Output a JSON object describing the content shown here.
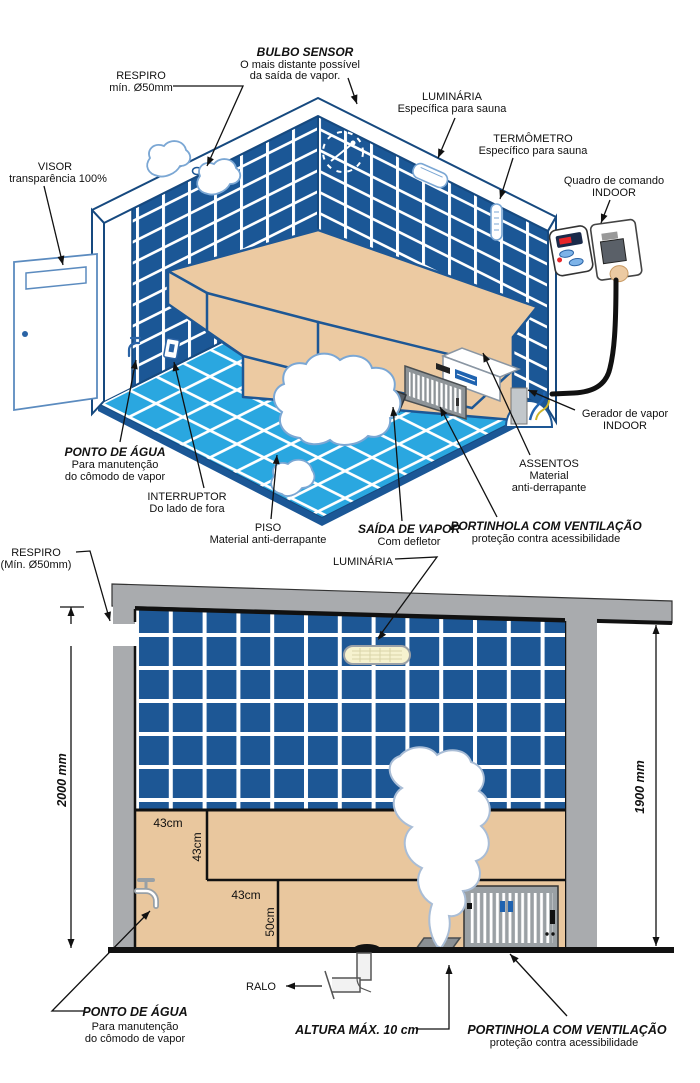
{
  "colors": {
    "tile_dark": "#1b5796",
    "tile_edge": "#16497f",
    "floor_blue": "#2aa7e0",
    "grout": "#ffffff",
    "bench_tan": "#eccaa2",
    "wall_gray": "#a9abae",
    "lamp_cream": "#f6f2cf",
    "accent_blue": "#1f63b0",
    "alert_red": "#e8262a",
    "line_black": "#111111"
  },
  "iso": {
    "bulbo": {
      "title": "BULBO SENSOR",
      "line1": "O mais distante possível",
      "line2": "da saída de vapor."
    },
    "respiro": {
      "line1": "RESPIRO",
      "line2": "mín. Ø50mm"
    },
    "visor": {
      "line1": "VISOR",
      "line2": "transparência 100%"
    },
    "luminaria": {
      "line1": "LUMINÁRIA",
      "line2": "Específica para sauna"
    },
    "termometro": {
      "line1": "TERMÔMETRO",
      "line2": "Específico para sauna"
    },
    "quadro": {
      "line1": "Quadro de comando",
      "line2": "INDOOR"
    },
    "gerador": {
      "line1": "Gerador de vapor",
      "line2": "INDOOR"
    },
    "assentos": {
      "line1": "ASSENTOS",
      "line2": "Material",
      "line3": "anti-derrapante"
    },
    "ponto_agua": {
      "title": "PONTO DE ÁGUA",
      "line1": "Para manutenção",
      "line2": "do cômodo de vapor"
    },
    "interruptor": {
      "line1": "INTERRUPTOR",
      "line2": "Do lado de fora"
    },
    "piso": {
      "line1": "PISO",
      "line2": "Material anti-derrapante"
    },
    "saida": {
      "title": "SAÍDA DE VAPOR",
      "line1": "Com defletor"
    },
    "portinhola": {
      "title": "PORTINHOLA COM VENTILAÇÃO",
      "line1": "proteção contra acessibilidade"
    }
  },
  "side": {
    "respiro": {
      "line1": "RESPIRO",
      "line2": "(Mín. Ø50mm)"
    },
    "luminaria": "LUMINÁRIA",
    "ralo": "RALO",
    "altura": "ALTURA MÁX. 10 cm",
    "ponto_agua": {
      "title": "PONTO DE ÁGUA",
      "line1": "Para manutenção",
      "line2": "do cômodo de vapor"
    },
    "portinhola": {
      "title": "PORTINHOLA COM VENTILAÇÃO",
      "line1": "proteção contra acessibilidade"
    },
    "dim_left": "2000 mm",
    "dim_right": "1900 mm",
    "bench": {
      "step_width": "43cm",
      "step_height": "43cm",
      "seat_width": "43cm",
      "seat_height": "50cm"
    }
  }
}
